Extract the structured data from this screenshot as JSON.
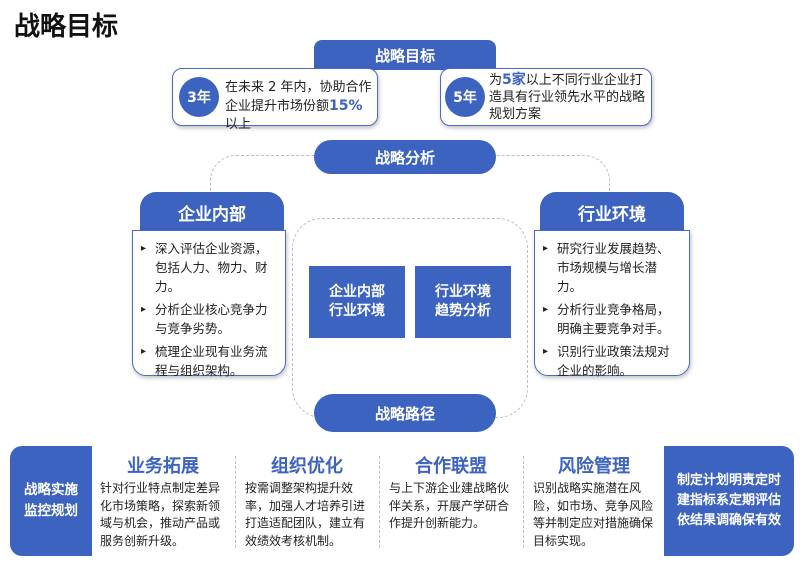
{
  "page_title": "战略目标",
  "goals": {
    "header": "战略目标",
    "left": {
      "badge": "3年",
      "text_before": "在未来 2 年内，协助合作企业提升市场份额",
      "highlight": "15%",
      "text_after": "以上"
    },
    "right": {
      "badge": "5年",
      "text_before": "为",
      "highlight": "5家",
      "text_after": "以上不同行业企业打造具有行业领先水平的战略规划方案"
    }
  },
  "analysis": {
    "header": "战略分析",
    "internal": {
      "title": "企业内部",
      "bullets": [
        "深入评估企业资源，包括人力、物力、财力。",
        "分析企业核心竞争力与竞争劣势。",
        "梳理企业现有业务流程与组织架构。"
      ]
    },
    "industry": {
      "title": "行业环境",
      "bullets": [
        "研究行业发展趋势、市场规模与增长潜力。",
        "分析行业竞争格局，明确主要竞争对手。",
        "识别行业政策法规对企业的影响。"
      ]
    },
    "center_left": "企业内部\n行业环境",
    "center_right": "行业环境\n趋势分析"
  },
  "path": {
    "header": "战略路径",
    "left_label": "战略实施\n监控规划",
    "right_label": "制定计划明责定时\n建指标系定期评估\n依结果调确保有效",
    "columns": [
      {
        "title": "业务拓展",
        "text": "针对行业特点制定差异化市场策略，探索新领域与机会，推动产品或服务创新升级。"
      },
      {
        "title": "组织优化",
        "text": "按需调整架构提升效率，加强人才培养引进打造适配团队，建立有效绩效考核机制。"
      },
      {
        "title": "合作联盟",
        "text": "与上下游企业建战略伙伴关系，开展产学研合作提升创新能力。"
      },
      {
        "title": "风险管理",
        "text": "识别战略实施潜在风险，如市场、竞争风险等并制定应对措施确保目标实现。"
      }
    ]
  },
  "colors": {
    "primary": "#3d63c0",
    "border": "#4a6cc7",
    "dash": "#bfbfbf"
  }
}
